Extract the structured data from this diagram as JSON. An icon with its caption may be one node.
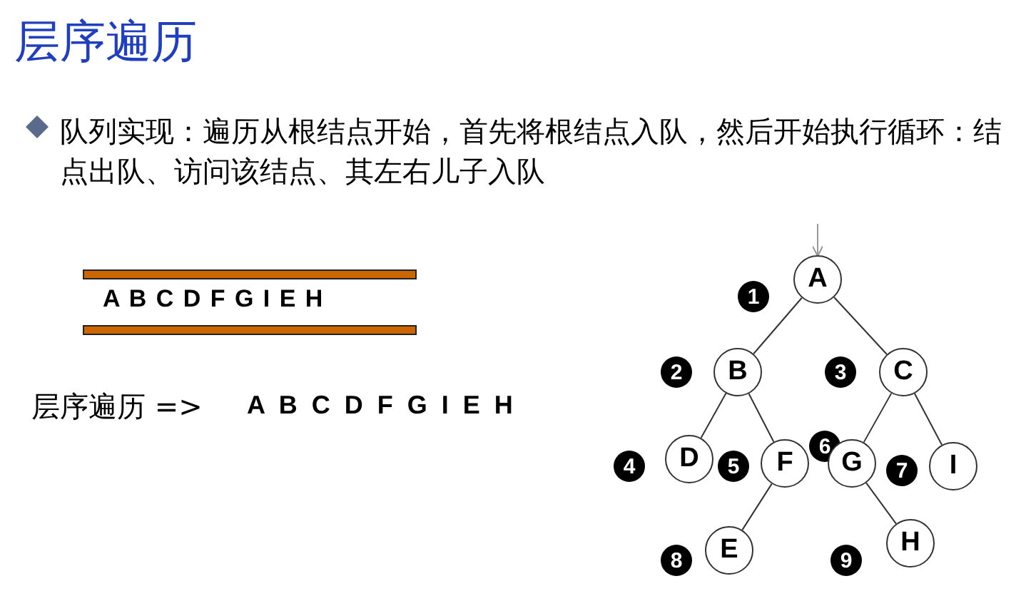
{
  "diagram": {
    "title": "层序遍历",
    "nodes": [
      {
        "text": [
          "A"
        ]
      },
      {
        "text": [
          "B"
        ]
      },
      {
        "text": [
          "C"
        ]
      },
      {
        "text": [
          "D"
        ]
      },
      {
        "text": [
          "F"
        ]
      },
      {
        "text": [
          "G"
        ]
      },
      {
        "text": [
          "I"
        ]
      },
      {
        "text": [
          "E"
        ]
      },
      {
        "text": [
          "H"
        ]
      }
    ],
    "edges": [
      {
        "from": null,
        "to": 0,
        "arrow": "to",
        "color": "#999999"
      },
      {
        "from": 0,
        "to": 1,
        "arrow": "none"
      },
      {
        "from": 0,
        "to": 2,
        "arrow": "none"
      },
      {
        "from": 1,
        "to": 3,
        "arrow": "none"
      },
      {
        "from": 1,
        "to": 4,
        "arrow": "none"
      },
      {
        "from": 2,
        "to": 5,
        "arrow": "none"
      },
      {
        "from": 2,
        "to": 6,
        "arrow": "none"
      },
      {
        "from": 4,
        "to": 7,
        "arrow": "none"
      },
      {
        "from": 5,
        "to": 8,
        "arrow": "none"
      }
    ],
    "labels": [
      "队列实现：遍历从根结点开始，首先将根结点入队，然后开始执行循环：结点出队、访问该结点、其左右儿子入队",
      "A B C D F G I E H",
      "层序遍历 =>",
      "A B C D F G I E H",
      "1",
      "2",
      "3",
      "4",
      "5",
      "6",
      "7",
      "8",
      "9"
    ]
  }
}
